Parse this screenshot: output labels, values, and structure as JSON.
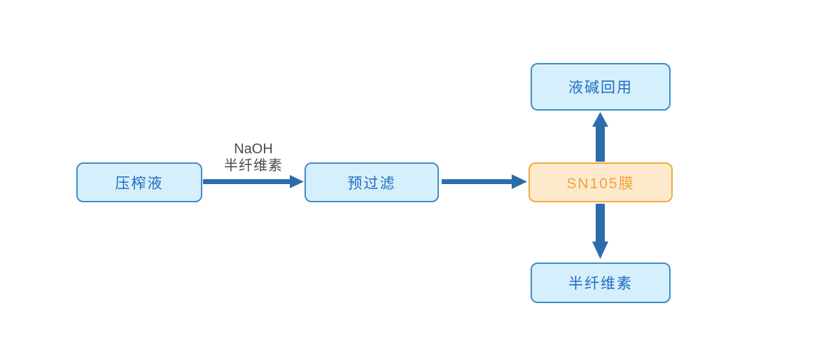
{
  "diagram": {
    "title_text": "",
    "colors": {
      "node_fill_blue": "#d6effc",
      "node_border_blue": "#3c8dc8",
      "node_text_blue": "#1f6ec0",
      "node_fill_orange": "#fdeacd",
      "node_border_orange": "#f2a93e",
      "node_text_orange": "#f0a23c",
      "arrow": "#2c6cab",
      "label_text": "#4b4b4b",
      "background": "#ffffff"
    },
    "nodes": [
      {
        "id": "pressed_liquid",
        "label": "压榨液",
        "highlight": false
      },
      {
        "id": "prefiltration",
        "label": "预过滤",
        "highlight": false
      },
      {
        "id": "sn105_membrane",
        "label": "SN105膜",
        "highlight": true
      },
      {
        "id": "alkali_recycle",
        "label": "液碱回用",
        "highlight": false
      },
      {
        "id": "hemicellulose",
        "label": "半纤维素",
        "highlight": false
      }
    ],
    "edge_labels": {
      "feed_additives_line1": "NaOH",
      "feed_additives_line2": "半纤维素"
    },
    "edges": [
      {
        "from": "pressed_liquid",
        "to": "prefiltration",
        "direction": "right",
        "label": "NaOH / 半纤维素"
      },
      {
        "from": "prefiltration",
        "to": "sn105_membrane",
        "direction": "right",
        "label": ""
      },
      {
        "from": "sn105_membrane",
        "to": "alkali_recycle",
        "direction": "up",
        "label": ""
      },
      {
        "from": "sn105_membrane",
        "to": "hemicellulose",
        "direction": "down",
        "label": ""
      }
    ]
  }
}
